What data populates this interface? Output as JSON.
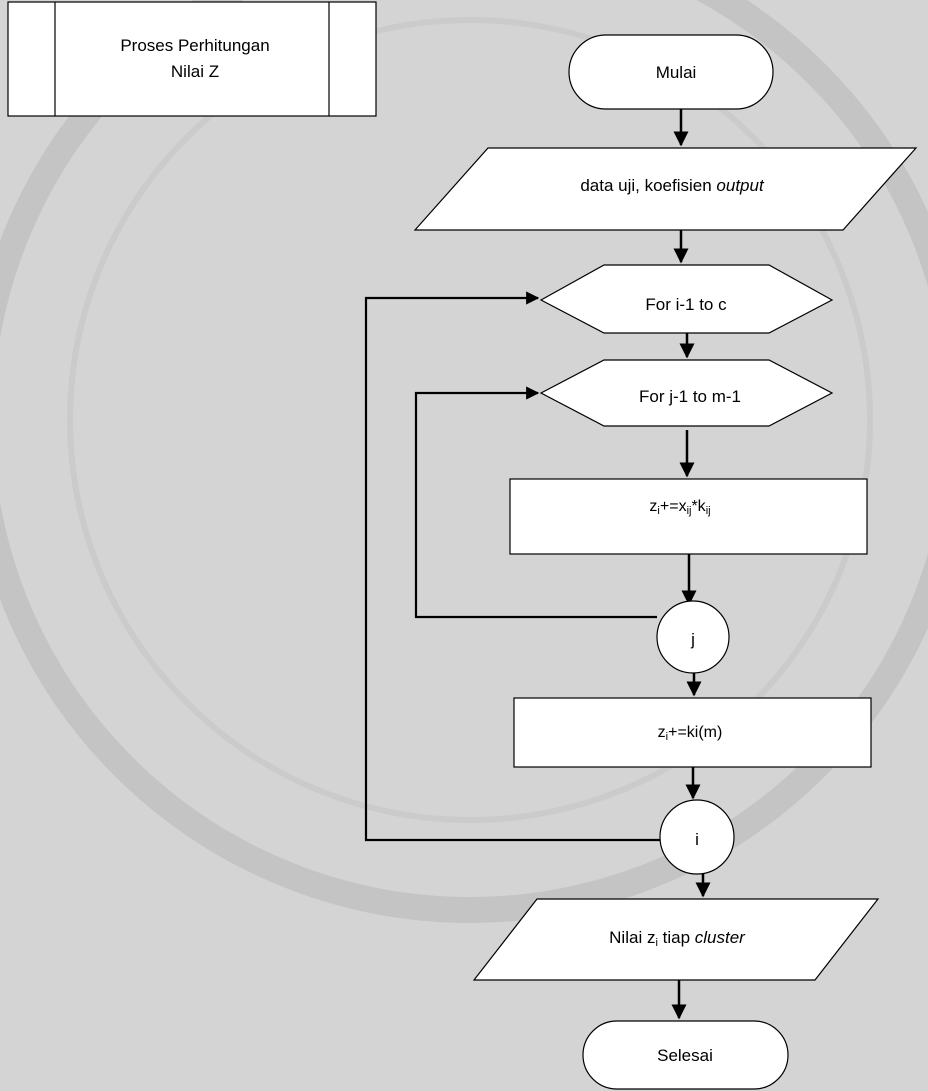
{
  "diagram": {
    "process_title": {
      "line1": "Proses Perhitungan",
      "line2": "Nilai Z"
    },
    "nodes": {
      "start": "Mulai",
      "input": {
        "prefix": "data uji, koefisien ",
        "italic": "output"
      },
      "loop_i": "For i-1 to c",
      "loop_j": "For j-1 to m-1",
      "process1": {
        "z": "z",
        "z_sub": "i",
        "mid": "+=x",
        "x_sub": "ij",
        "star": "*k",
        "k_sub": "ij"
      },
      "connector_j": "j",
      "process2": {
        "z": "z",
        "z_sub": "i",
        "rest": "+=ki(m)"
      },
      "connector_i": "i",
      "output": {
        "prefix": "Nilai z",
        "sub": "i",
        "middle": " tiap ",
        "italic": "cluster"
      },
      "end": "Selesai"
    }
  },
  "colors": {
    "background": "#d4d4d4",
    "shape_fill": "#ffffff",
    "stroke": "#000000",
    "watermark": "#c7c7c7"
  }
}
